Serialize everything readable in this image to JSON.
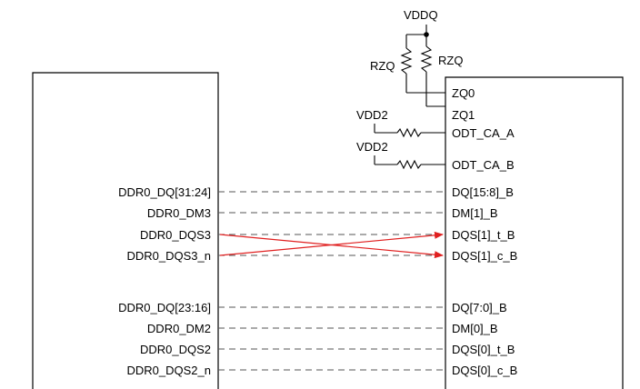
{
  "supply": {
    "vddq": "VDDQ",
    "vdd2_top": "VDD2",
    "vdd2_bottom": "VDD2"
  },
  "resistors": {
    "left": "RZQ",
    "right": "RZQ"
  },
  "right_chip": {
    "zq0": "ZQ0",
    "zq1": "ZQ1",
    "odt_a": "ODT_CA_A",
    "odt_b": "ODT_CA_B",
    "signals": [
      "DQ[15:8]_B",
      "DM[1]_B",
      "DQS[1]_t_B",
      "DQS[1]_c_B",
      "DQ[7:0]_B",
      "DM[0]_B",
      "DQS[0]_t_B",
      "DQS[0]_c_B"
    ]
  },
  "left_chip": {
    "signals": [
      "DDR0_DQ[31:24]",
      "DDR0_DM3",
      "DDR0_DQS3",
      "DDR0_DQS3_n",
      "DDR0_DQ[23:16]",
      "DDR0_DM2",
      "DDR0_DQS2",
      "DDR0_DQS2_n"
    ]
  },
  "colors": {
    "line": "#000000",
    "dashed": "#555555",
    "crossover": "#e02020"
  }
}
